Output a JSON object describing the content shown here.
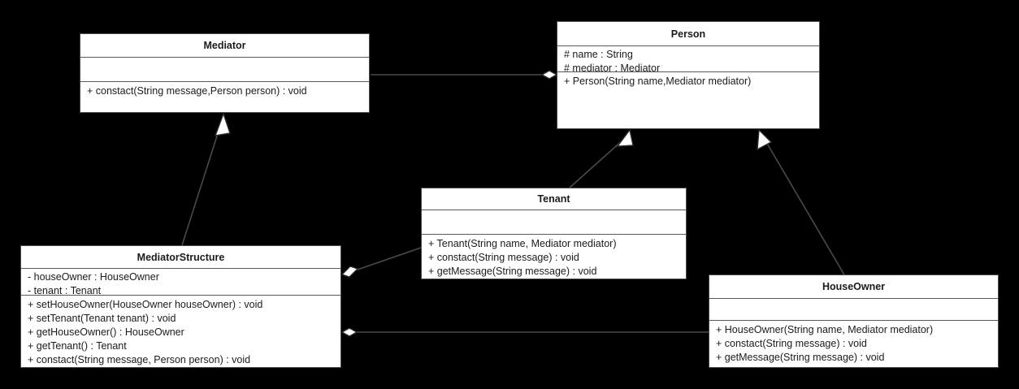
{
  "diagram": {
    "type": "uml-class-diagram",
    "background_color": "#000000",
    "box_fill": "#ffffff",
    "line_color": "#4a4a4a",
    "text_color": "#1b1b1b"
  },
  "classes": {
    "mediator": {
      "name": "Mediator",
      "attributes": [],
      "operations": [
        "+ constact(String message,Person person) : void"
      ]
    },
    "person": {
      "name": "Person",
      "attributes": [
        "# name : String",
        "# mediator : Mediator"
      ],
      "operations": [
        "+ Person(String name,Mediator mediator)"
      ]
    },
    "mediator_structure": {
      "name": "MediatorStructure",
      "attributes": [
        "- houseOwner : HouseOwner",
        "- tenant : Tenant"
      ],
      "operations": [
        "+ setHouseOwner(HouseOwner houseOwner) : void",
        "+ setTenant(Tenant tenant) : void",
        "+ getHouseOwner() : HouseOwner",
        "+ getTenant() : Tenant",
        "+ constact(String message, Person person) : void"
      ]
    },
    "tenant": {
      "name": "Tenant",
      "attributes": [],
      "operations": [
        "+ Tenant(String name, Mediator mediator)",
        "+ constact(String message) : void",
        "+ getMessage(String message) : void"
      ]
    },
    "house_owner": {
      "name": "HouseOwner",
      "attributes": [],
      "operations": [
        "+ HouseOwner(String name, Mediator mediator)",
        "+ constact(String message) : void",
        "+ getMessage(String message) : void"
      ]
    }
  },
  "relationships": [
    {
      "id": "mediator-person-aggregation",
      "kind": "aggregation",
      "from": "mediator",
      "to": "person"
    },
    {
      "id": "mediatorstructure-mediator-generalization",
      "kind": "generalization",
      "from": "mediator_structure",
      "to": "mediator"
    },
    {
      "id": "tenant-person-generalization",
      "kind": "generalization",
      "from": "tenant",
      "to": "person"
    },
    {
      "id": "houseowner-person-generalization",
      "kind": "generalization",
      "from": "house_owner",
      "to": "person"
    },
    {
      "id": "mediatorstructure-tenant-aggregation",
      "kind": "aggregation",
      "from": "mediator_structure",
      "to": "tenant"
    },
    {
      "id": "mediatorstructure-houseowner-aggregation",
      "kind": "aggregation",
      "from": "mediator_structure",
      "to": "house_owner"
    }
  ]
}
